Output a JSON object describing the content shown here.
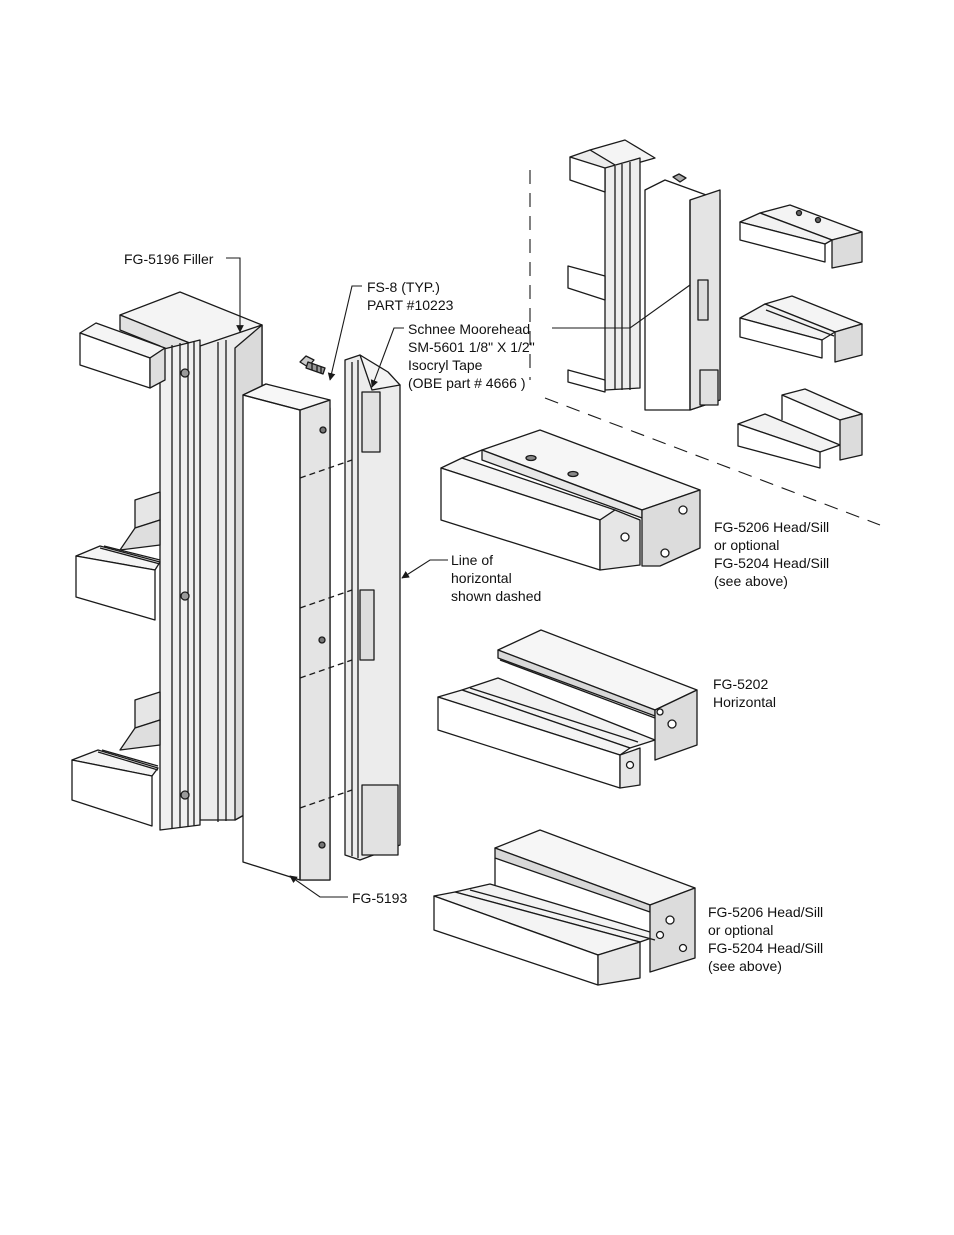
{
  "labels": {
    "filler": "FG-5196 Filler",
    "fastener": {
      "line1": "FS-8 (TYP.)",
      "line2": "PART #10223"
    },
    "tape": {
      "line1": "Schnee Moorehead",
      "line2": "SM-5601 1/8\" X 1/2\"",
      "line3": "Isocryl Tape",
      "line4": "(OBE part # 4666 )"
    },
    "head_sill_top": {
      "line1": "FG-5206 Head/Sill",
      "line2": "or optional",
      "line3": "FG-5204 Head/Sill",
      "line4": "(see above)"
    },
    "line_of_horizontal": {
      "line1": "Line of",
      "line2": "horizontal",
      "line3": "shown dashed"
    },
    "horizontal": {
      "line1": "FG-5202",
      "line2": "Horizontal"
    },
    "mullion": "FG-5193",
    "head_sill_bottom": {
      "line1": "FG-5206 Head/Sill",
      "line2": "or optional",
      "line3": "FG-5204 Head/Sill",
      "line4": "(see above)"
    }
  },
  "colors": {
    "line": "#1a1a1a",
    "face": "#f4f4f4",
    "shade": "#cfcfcf",
    "dark": "#8a8a8a",
    "background": "#ffffff"
  }
}
